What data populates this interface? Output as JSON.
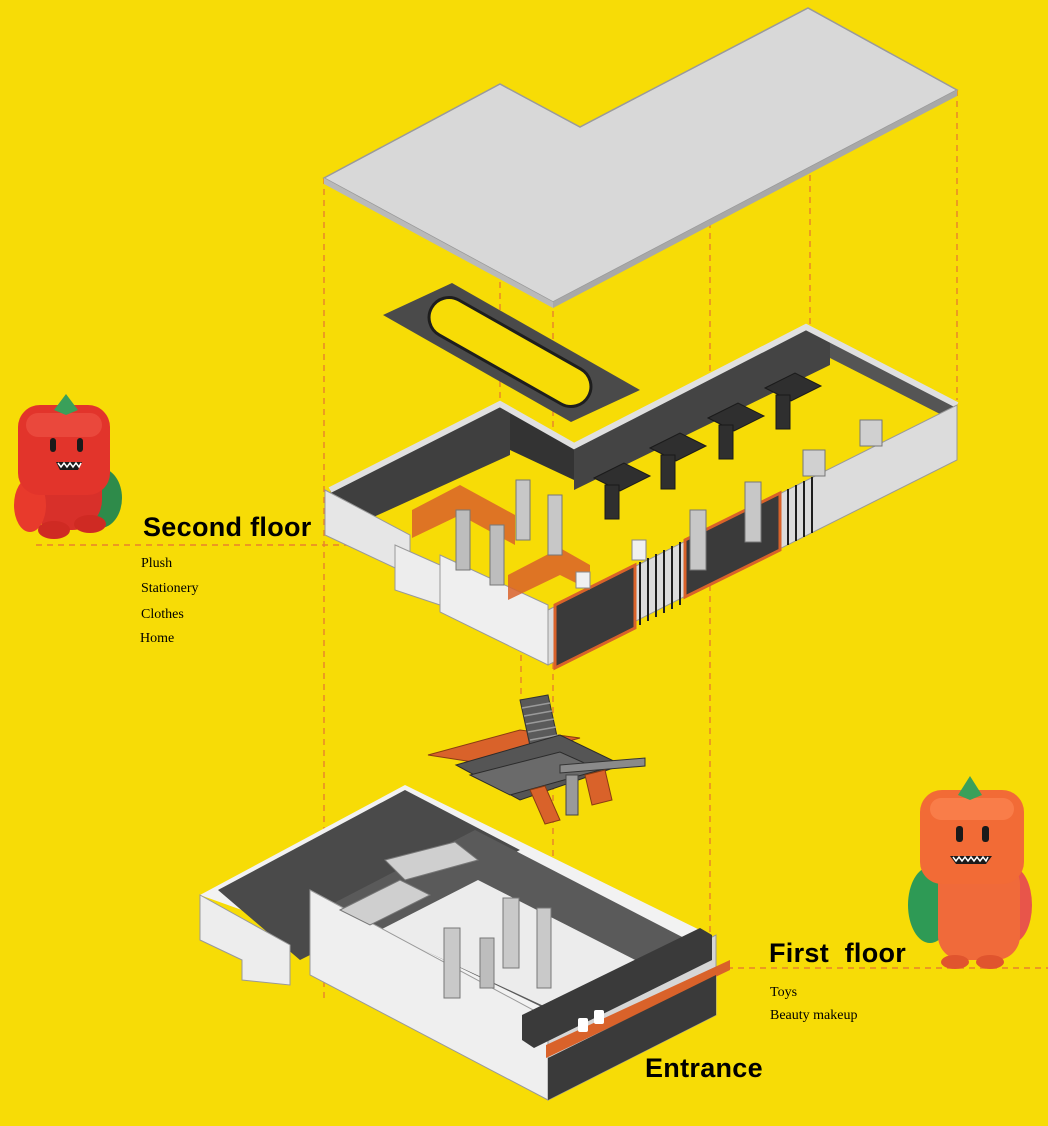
{
  "colors": {
    "background": "#f7dc06",
    "guide_line": "#e8822c",
    "accent_orange": "#d9622a",
    "wall_light": "#ececec",
    "wall_dark": "#4a4a4a",
    "roof": "#d8d8d8"
  },
  "labels": {
    "second_floor": {
      "title": "Second floor",
      "items": [
        "Plush",
        "Stationery",
        "Clothes",
        "Home"
      ]
    },
    "first_floor": {
      "title": "First  floor",
      "items": [
        "Toys",
        "Beauty makeup"
      ]
    },
    "entrance": "Entrance"
  },
  "icons": {
    "mascot_left": "red-tomato-mascot-icon",
    "mascot_right": "orange-tomato-mascot-icon"
  }
}
